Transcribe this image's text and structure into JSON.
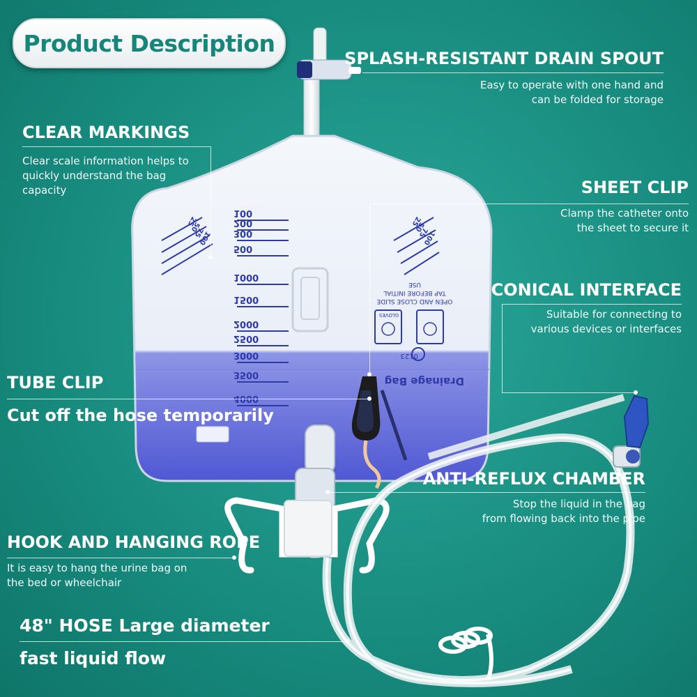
{
  "header": {
    "title": "Product Description"
  },
  "features": [
    {
      "title": "SPLASH-RESISTANT DRAIN SPOUT",
      "desc": [
        "Easy to operate with one hand and",
        "can be folded for storage"
      ]
    },
    {
      "title": "CLEAR MARKINGS",
      "desc": [
        "Clear scale information helps to",
        "quickly understand the bag",
        "capacity"
      ]
    },
    {
      "title": "SHEET CLIP",
      "desc": [
        "Clamp the catheter onto",
        "the sheet to secure it"
      ]
    },
    {
      "title": "CONICAL INTERFACE",
      "desc": [
        "Suitable for connecting to",
        "various devices or interfaces"
      ]
    },
    {
      "title": "TUBE CLIP",
      "desc": [
        "Cut off the hose temporarily"
      ]
    },
    {
      "title": "ANTI-REFLUX CHAMBER",
      "desc": [
        "Stop the liquid in the bag",
        "from flowing back into the pipe"
      ]
    },
    {
      "title": "HOOK AND HANGING ROPE",
      "desc": [
        "It is easy to hang the urine bag on",
        "the bed or wheelchair"
      ]
    },
    {
      "title": "48\" HOSE Large diameter",
      "desc": [
        "fast liquid flow"
      ]
    }
  ],
  "bag": {
    "main_scale": [
      "100",
      "200",
      "300",
      "500",
      "1000",
      "1500",
      "2000",
      "2500",
      "3000",
      "3500",
      "4000"
    ],
    "left_scale": [
      "25",
      "50",
      "75",
      "100"
    ],
    "right_scale": [
      "25",
      "50",
      "75",
      "100"
    ],
    "label": "Drainage Bag",
    "instruction": [
      "OPEN AND CLOSE SLIDE",
      "TAP BEFORE INITIAL USE"
    ],
    "gloves_label": "GLOVES",
    "code": "0123"
  },
  "colors": {
    "background": "#178b7e",
    "pill_text": "#16857a",
    "liquid": "#5b63d8",
    "scale": "#2d3aa8"
  }
}
